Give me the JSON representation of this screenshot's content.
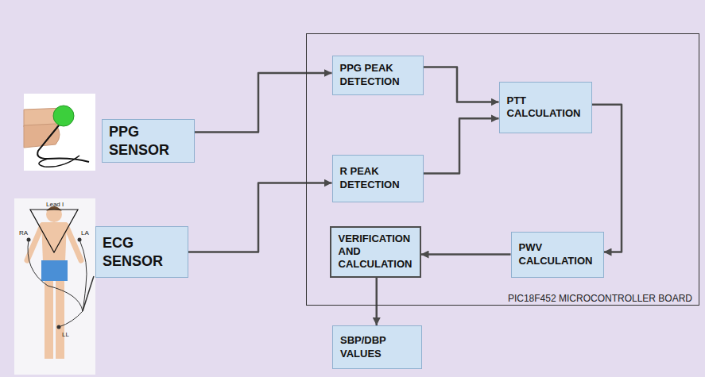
{
  "diagram": {
    "nodes": [
      {
        "text": [
          "PPG SENSOR"
        ]
      },
      {
        "text": [
          "ECG SENSOR"
        ]
      },
      {
        "text": [
          "PIC18F452 MICROCONTROLLER BOARD"
        ]
      },
      {
        "text": [
          "PPG PEAK DETECTION"
        ],
        "in": 2
      },
      {
        "text": [
          "R PEAK DETECTION"
        ],
        "in": 2
      },
      {
        "text": [
          "PTT CALCULATION"
        ],
        "in": 2
      },
      {
        "text": [
          "VERIFICATION AND CALCULATION"
        ],
        "in": 2
      },
      {
        "text": [
          "PWV CALCULATION"
        ],
        "in": 2
      },
      {
        "text": [
          "SBP/DBP VALUES"
        ]
      }
    ],
    "edges": [
      {
        "from": 0,
        "to": 3,
        "arrow": "to"
      },
      {
        "from": 1,
        "to": 4,
        "arrow": "to"
      },
      {
        "from": 3,
        "to": 5,
        "arrow": "to"
      },
      {
        "from": 4,
        "to": 5,
        "arrow": "to"
      },
      {
        "from": 5,
        "to": 7,
        "arrow": "to"
      },
      {
        "from": 7,
        "to": 6,
        "arrow": "to"
      },
      {
        "from": 6,
        "to": 8,
        "arrow": "to"
      }
    ],
    "labels": [
      "Lead I",
      "RA",
      "LA",
      "LL"
    ]
  }
}
